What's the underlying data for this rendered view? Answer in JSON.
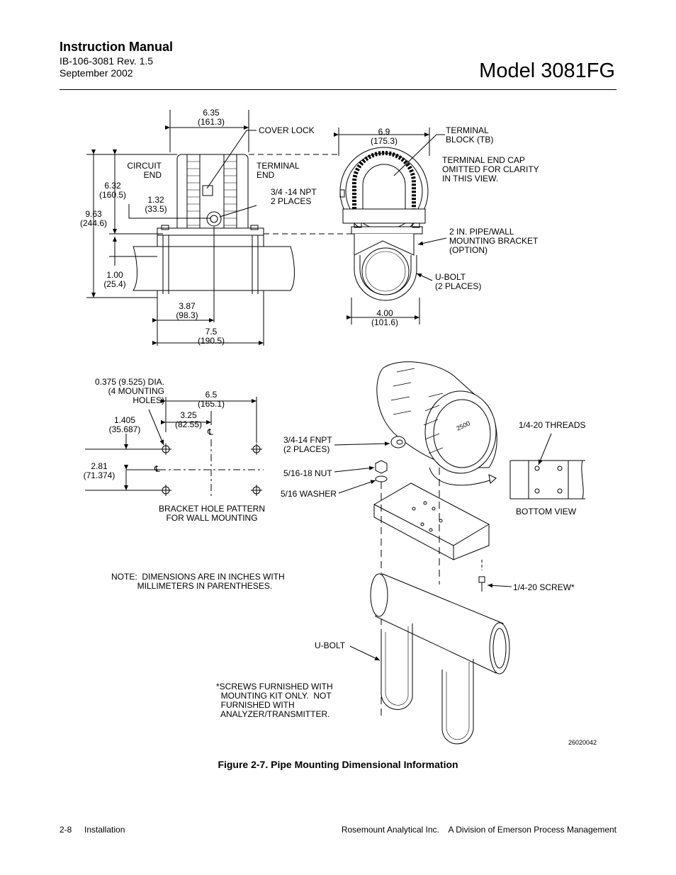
{
  "header": {
    "title": "Instruction Manual",
    "doc_number": "IB-106-3081 Rev. 1.5",
    "date": "September 2002",
    "model": "Model 3081FG"
  },
  "figure": {
    "caption": "Figure 2-7.  Pipe Mounting Dimensional Information",
    "drawing_number": "26020042",
    "side_view": {
      "width": "6.35\n(161.3)",
      "cover_lock": "COVER LOCK",
      "circuit_end": "CIRCUIT\nEND",
      "terminal_end": "TERMINAL\nEND",
      "npt": "3/4 -14 NPT\n2 PLACES",
      "height_632": "6.32\n(160.5)",
      "height_963": "9.63\n(244.6)",
      "dim_132": "1.32\n(33.5)",
      "dim_100": "1.00\n(25.4)",
      "dim_387": "3.87\n(98.3)",
      "dim_75": "7.5\n(190.5)"
    },
    "end_view": {
      "width": "6.9\n(175.3)",
      "terminal_block": "TERMINAL\nBLOCK (TB)",
      "end_cap_note": "TERMINAL END CAP\nOMITTED FOR CLARITY\nIN THIS VIEW.",
      "bracket": "2 IN. PIPE/WALL\nMOUNTING BRACKET\n(OPTION)",
      "ubolt": "U-BOLT\n(2 PLACES)",
      "dim_400": "4.00\n(101.6)"
    },
    "hole_pattern": {
      "dia": "0.375 (9.525) DIA.\n(4 MOUNTING\nHOLES)",
      "dim_65": "6.5\n(165.1)",
      "dim_325": "3.25\n(82.55)",
      "dim_1405": "1.405\n(35.687)",
      "dim_281": "2.81\n(71.374)",
      "cl": "℄",
      "title": "BRACKET HOLE PATTERN\nFOR WALL MOUNTING"
    },
    "exploded": {
      "fnpt": "3/4-14 FNPT\n(2 PLACES)",
      "nut": "5/16-18 NUT",
      "washer": "5/16 WASHER",
      "threads": "1/4-20 THREADS",
      "bottom_view": "BOTTOM VIEW",
      "screw": "1/4-20 SCREW*",
      "ubolt": "U-BOLT",
      "display_text": "2500",
      "screws_note": "*SCREWS FURNISHED WITH\n  MOUNTING KIT ONLY.  NOT\n  FURNISHED WITH\n  ANALYZER/TRANSMITTER."
    },
    "note": "NOTE:  DIMENSIONS ARE IN INCHES WITH\n           MILLIMETERS IN PARENTHESES."
  },
  "footer": {
    "page": "2-8",
    "section": "Installation",
    "company": "Rosemount Analytical Inc.    A Division of Emerson Process Management"
  }
}
